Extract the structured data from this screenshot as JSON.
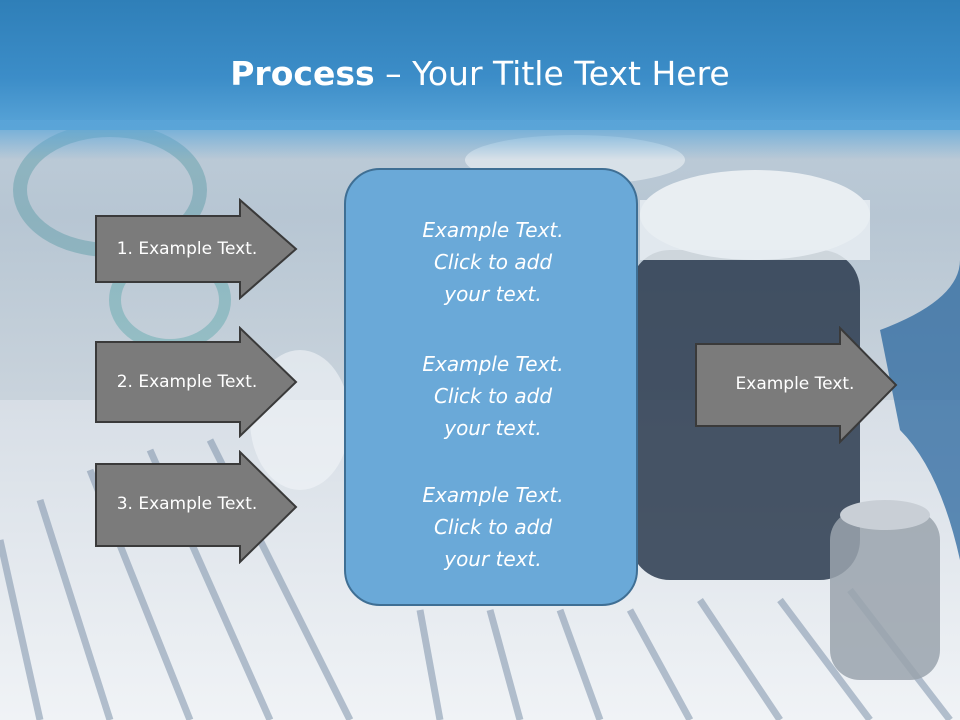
{
  "title": {
    "bold": "Process",
    "rest": " – Your Title Text Here"
  },
  "left_arrows": [
    {
      "label": "1. Example Text."
    },
    {
      "label": "2. Example Text."
    },
    {
      "label": "3. Example Text."
    }
  ],
  "center_box": {
    "blocks": [
      {
        "lines": [
          "Example Text.",
          "Click  to add",
          "your text."
        ]
      },
      {
        "lines": [
          "Example Text.",
          "Click  to add",
          "your text."
        ]
      },
      {
        "lines": [
          "Example Text.",
          "Click  to add",
          "your text."
        ]
      }
    ]
  },
  "right_arrow": {
    "label": "Example Text."
  },
  "colors": {
    "title_band": "#3c8dc8",
    "arrow_fill": "#7b7b7b",
    "arrow_stroke": "#3a3a3a",
    "center_fill": "#6aa9d8",
    "center_stroke": "#3f6f94"
  }
}
